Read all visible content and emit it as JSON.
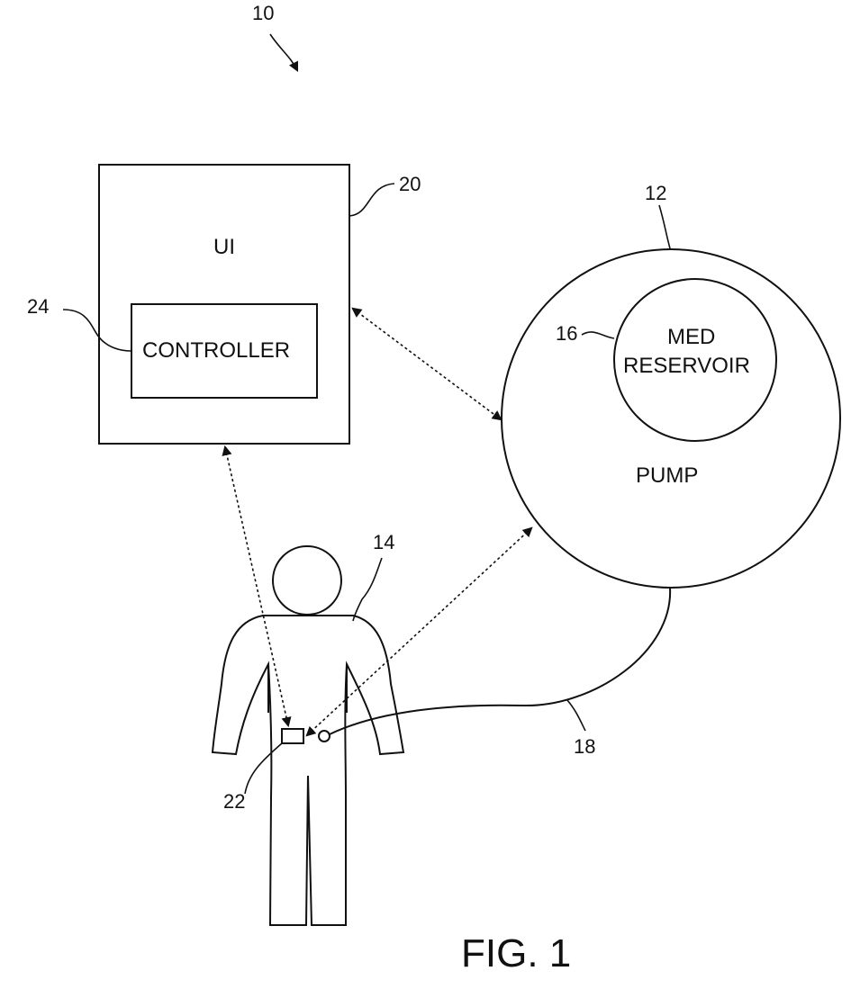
{
  "diagram": {
    "reference_number": "10",
    "ui_box": {
      "label": "UI",
      "ref": "20"
    },
    "controller_box": {
      "label": "CONTROLLER",
      "ref": "24"
    },
    "pump": {
      "label": "PUMP",
      "ref": "12"
    },
    "reservoir": {
      "label_line1": "MED",
      "label_line2": "RESERVOIR",
      "ref": "16"
    },
    "patient": {
      "ref": "14"
    },
    "sensor": {
      "ref": "22"
    },
    "tubing": {
      "ref": "18"
    },
    "caption": "FIG. 1"
  }
}
